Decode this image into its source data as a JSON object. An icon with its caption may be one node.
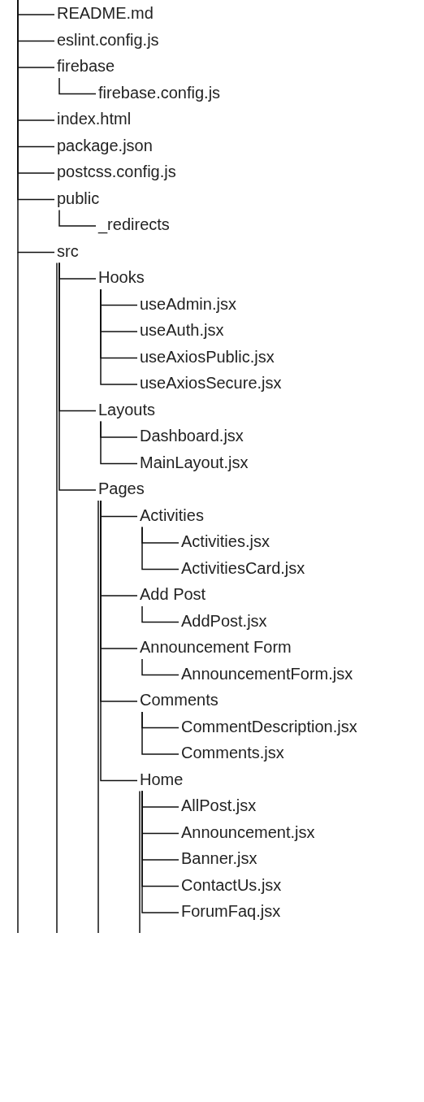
{
  "diagram": {
    "nodes": [
      {
        "text": [
          "README.md"
        ]
      },
      {
        "text": [
          "eslint.config.js"
        ]
      },
      {
        "text": [
          "firebase"
        ]
      },
      {
        "text": [
          "firebase.config.js"
        ]
      },
      {
        "text": [
          "index.html"
        ]
      },
      {
        "text": [
          "package.json"
        ]
      },
      {
        "text": [
          "postcss.config.js"
        ]
      },
      {
        "text": [
          "public"
        ]
      },
      {
        "text": [
          "_redirects"
        ]
      },
      {
        "text": [
          "src"
        ]
      },
      {
        "text": [
          "Hooks"
        ]
      },
      {
        "text": [
          "useAdmin.jsx"
        ]
      },
      {
        "text": [
          "useAuth.jsx"
        ]
      },
      {
        "text": [
          "useAxiosPublic.jsx"
        ]
      },
      {
        "text": [
          "useAxiosSecure.jsx"
        ]
      },
      {
        "text": [
          "Layouts"
        ]
      },
      {
        "text": [
          "Dashboard.jsx"
        ]
      },
      {
        "text": [
          "MainLayout.jsx"
        ]
      },
      {
        "text": [
          "Pages"
        ]
      },
      {
        "text": [
          "Activities"
        ]
      },
      {
        "text": [
          "Activities.jsx"
        ]
      },
      {
        "text": [
          "ActivitiesCard.jsx"
        ]
      },
      {
        "text": [
          "Add Post"
        ]
      },
      {
        "text": [
          "AddPost.jsx"
        ]
      },
      {
        "text": [
          "Announcement Form"
        ]
      },
      {
        "text": [
          "AnnouncementForm.jsx"
        ]
      },
      {
        "text": [
          "Comments"
        ]
      },
      {
        "text": [
          "CommentDescription.jsx"
        ]
      },
      {
        "text": [
          "Comments.jsx"
        ]
      },
      {
        "text": [
          "Home"
        ]
      },
      {
        "text": [
          "AllPost.jsx"
        ]
      },
      {
        "text": [
          "Announcement.jsx"
        ]
      },
      {
        "text": [
          "Banner.jsx"
        ]
      },
      {
        "text": [
          "ContactUs.jsx"
        ]
      },
      {
        "text": [
          "ForumFaq.jsx"
        ]
      }
    ],
    "edges": [
      {
        "from": null,
        "to": 0,
        "arrow": "none"
      },
      {
        "from": null,
        "to": 1,
        "arrow": "none"
      },
      {
        "from": null,
        "to": 2,
        "arrow": "none"
      },
      {
        "from": 2,
        "to": 3,
        "arrow": "none"
      },
      {
        "from": null,
        "to": 4,
        "arrow": "none"
      },
      {
        "from": null,
        "to": 5,
        "arrow": "none"
      },
      {
        "from": null,
        "to": 6,
        "arrow": "none"
      },
      {
        "from": null,
        "to": 7,
        "arrow": "none"
      },
      {
        "from": 7,
        "to": 8,
        "arrow": "none"
      },
      {
        "from": null,
        "to": 9,
        "arrow": "none"
      },
      {
        "from": 9,
        "to": 10,
        "arrow": "none"
      },
      {
        "from": 10,
        "to": 11,
        "arrow": "none"
      },
      {
        "from": 10,
        "to": 12,
        "arrow": "none"
      },
      {
        "from": 10,
        "to": 13,
        "arrow": "none"
      },
      {
        "from": 10,
        "to": 14,
        "arrow": "none"
      },
      {
        "from": 9,
        "to": 15,
        "arrow": "none"
      },
      {
        "from": 15,
        "to": 16,
        "arrow": "none"
      },
      {
        "from": 15,
        "to": 17,
        "arrow": "none"
      },
      {
        "from": 9,
        "to": 18,
        "arrow": "none"
      },
      {
        "from": 18,
        "to": 19,
        "arrow": "none"
      },
      {
        "from": 19,
        "to": 20,
        "arrow": "none"
      },
      {
        "from": 19,
        "to": 21,
        "arrow": "none"
      },
      {
        "from": 18,
        "to": 22,
        "arrow": "none"
      },
      {
        "from": 22,
        "to": 23,
        "arrow": "none"
      },
      {
        "from": 18,
        "to": 24,
        "arrow": "none"
      },
      {
        "from": 24,
        "to": 25,
        "arrow": "none"
      },
      {
        "from": 18,
        "to": 26,
        "arrow": "none"
      },
      {
        "from": 26,
        "to": 27,
        "arrow": "none"
      },
      {
        "from": 26,
        "to": 28,
        "arrow": "none"
      },
      {
        "from": 18,
        "to": 29,
        "arrow": "none"
      },
      {
        "from": 29,
        "to": 30,
        "arrow": "none"
      },
      {
        "from": 29,
        "to": 31,
        "arrow": "none"
      },
      {
        "from": 29,
        "to": 32,
        "arrow": "none"
      },
      {
        "from": 29,
        "to": 33,
        "arrow": "none"
      },
      {
        "from": 29,
        "to": 34,
        "arrow": "none"
      },
      {
        "from": 9,
        "to": null,
        "arrow": "none"
      },
      {
        "from": 18,
        "to": null,
        "arrow": "none"
      },
      {
        "from": 29,
        "to": null,
        "arrow": "none"
      }
    ]
  }
}
